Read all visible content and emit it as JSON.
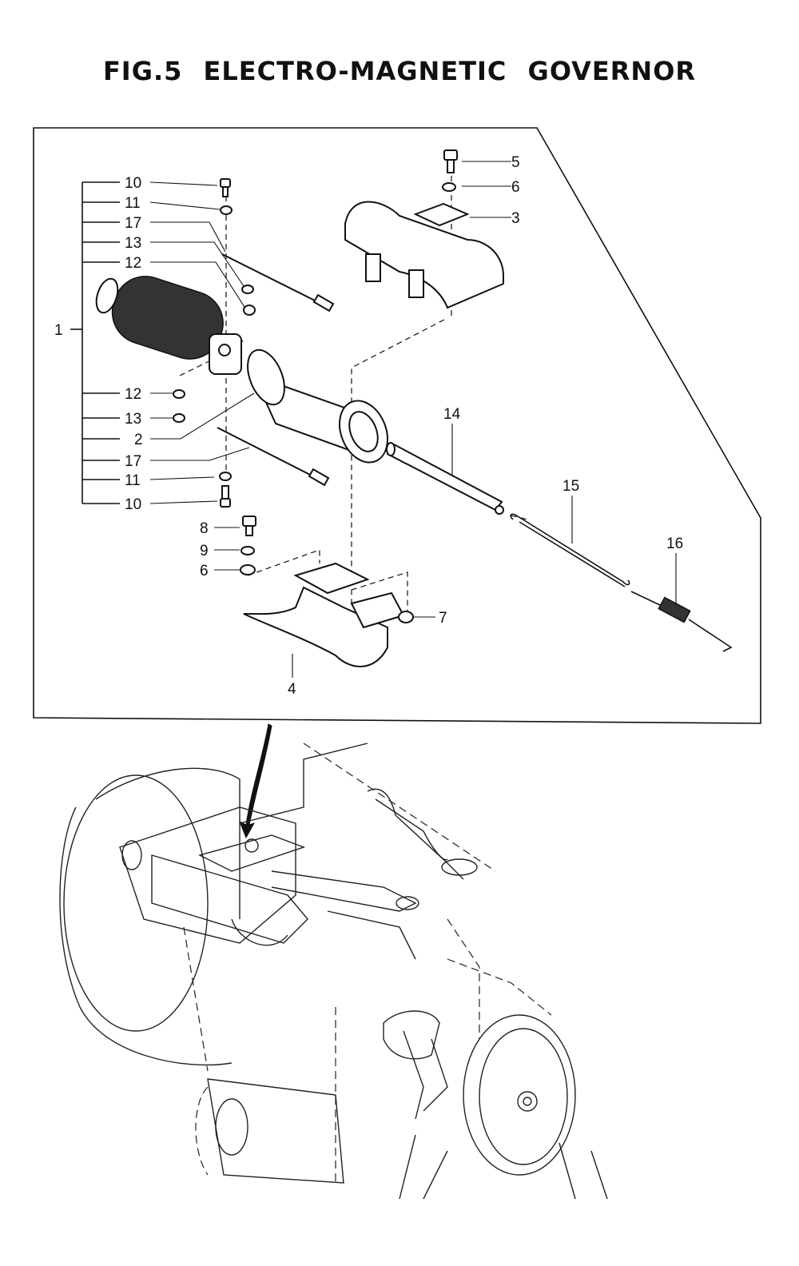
{
  "title": "FIG.5   ELECTRO-MAGNETIC GOVERNOR",
  "callouts": [
    "1",
    "2",
    "3",
    "4",
    "5",
    "6",
    "6",
    "7",
    "8",
    "9",
    "10",
    "10",
    "11",
    "11",
    "12",
    "12",
    "13",
    "13",
    "14",
    "15",
    "16",
    "17",
    "17"
  ]
}
